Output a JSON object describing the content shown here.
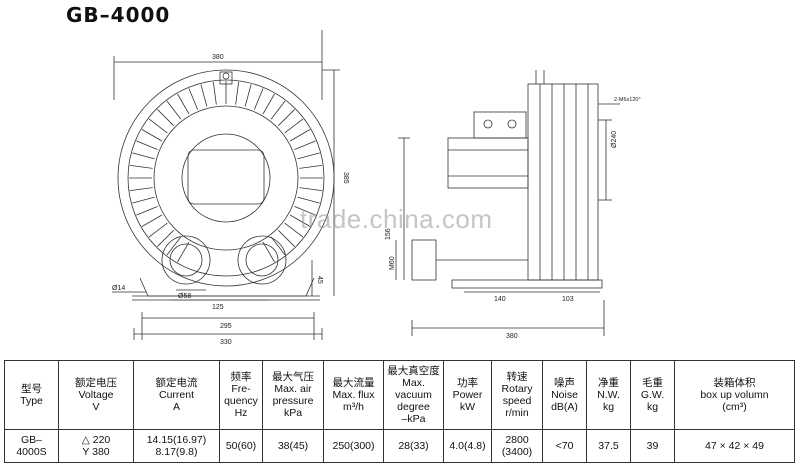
{
  "title": "GB–4000",
  "watermark": "trade.china.com",
  "dimensions": {
    "front_width": "380",
    "front_height": "385",
    "outlet_height": "45",
    "hole_dia": "Ø14",
    "flange_dia": "Ø58",
    "base_125": "125",
    "base_295": "295",
    "base_330": "330",
    "side_140": "140",
    "side_103": "103",
    "side_380": "380",
    "thread": "2-M6x120°",
    "pcd": "Ø240",
    "m60": "M60",
    "side_left_h": "156"
  },
  "table": {
    "headers": [
      "型号\nType",
      "额定电压\nVoltage\nV",
      "额定电流\nCurrent\nA",
      "频率\nFre-\nquency\nHz",
      "最大气压\nMax. air\npressure\nkPa",
      "最大流量\nMax. flux\nm³/h",
      "最大真空度\nMax.\nvacuum\ndegree\n–kPa",
      "功率\nPower\nkW",
      "转速\nRotary\nspeed\nr/min",
      "噪声\nNoise\ndB(A)",
      "净重\nN.W.\nkg",
      "毛重\nG.W.\nkg",
      "装箱体积\nbox up volumn\n(cm³)"
    ],
    "row": [
      "GB–\n4000S",
      "△ 220\nY 380",
      "14.15(16.97)\n8.17(9.8)",
      "50(60)",
      "38(45)",
      "250(300)",
      "28(33)",
      "4.0(4.8)",
      "2800\n(3400)",
      "<70",
      "37.5",
      "39",
      "47 × 42 × 49"
    ]
  }
}
